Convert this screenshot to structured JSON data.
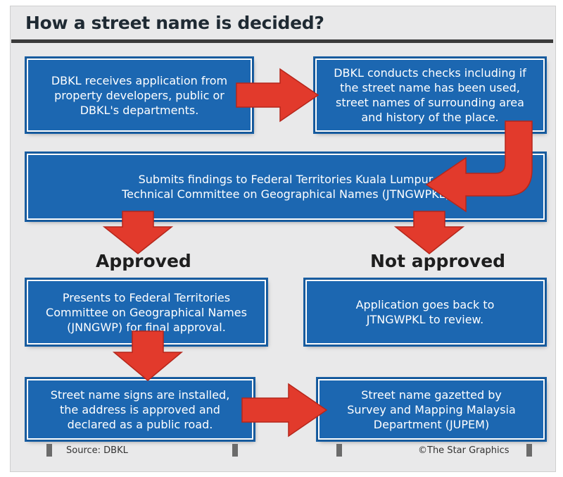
{
  "title": "How a street name is decided?",
  "boxes": {
    "receive": "DBKL receives application from\nproperty developers, public or\nDBKL's departments.",
    "checks": "DBKL conducts checks including if\nthe street name has been used,\nstreet names of surrounding area\nand history of the place.",
    "submit": "Submits findings to Federal Territories Kuala Lumpur\nTechnical Committee on Geographical Names (JTNGWPKL)",
    "present": "Presents to Federal Territories\nCommittee on Geographical Names\n(JNNGWP) for final approval.",
    "back": "Application goes back to\nJTNGWPKL to review.",
    "signs": "Street name signs are installed,\nthe address is approved and\ndeclared as a public road.",
    "gazette": "Street name gazetted by\nSurvey and Mapping Malaysia\nDepartment (JUPEM)"
  },
  "labels": {
    "approved": "Approved",
    "not_approved": "Not approved"
  },
  "footer": {
    "source": "Source: DBKL",
    "credit": "©The Star Graphics"
  },
  "colors": {
    "box_fill": "#1c67b1",
    "arrow_fill": "#e23a2c",
    "panel": "#e9e9ea"
  }
}
